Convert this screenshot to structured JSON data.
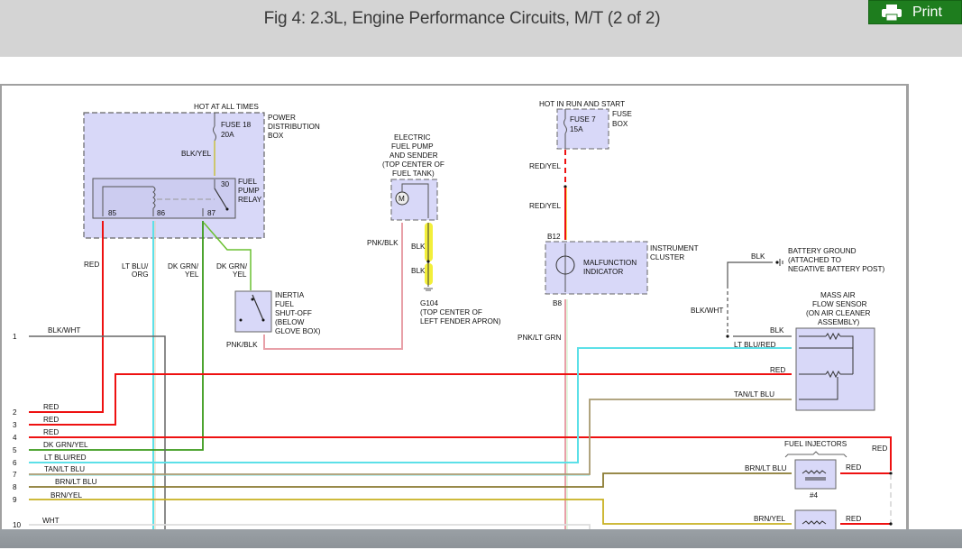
{
  "header": {
    "title": "Fig 4: 2.3L, Engine Performance Circuits, M/T (2 of 2)",
    "print_label": "Print",
    "print_icon": "printer-icon"
  },
  "colors": {
    "header_bg": "#d4d4d4",
    "print_btn_bg": "#1e7d1e",
    "component_fill": "#d8d8f8",
    "red": "#ee1111",
    "lt_blu": "#5ce0e8",
    "dk_grn": "#3a9a1a",
    "pnk": "#e8a0a8",
    "yellow_highlight": "#f3ef3a"
  },
  "diagram": {
    "power_dist": {
      "hot_label": "HOT AT ALL TIMES",
      "box_label": [
        "POWER",
        "DISTRIBUTION",
        "BOX"
      ],
      "fuse": [
        "FUSE 18",
        "20A"
      ],
      "wire": "BLK/YEL",
      "relay_label": [
        "FUEL",
        "PUMP",
        "RELAY"
      ],
      "pins": [
        "30",
        "85",
        "86",
        "87"
      ]
    },
    "fuel_pump": {
      "label": [
        "ELECTRIC",
        "FUEL PUMP",
        "AND SENDER",
        "(TOP CENTER OF",
        "FUEL TANK)"
      ],
      "motor": "M",
      "wire_left": "PNK/BLK",
      "wire_right_1": "BLK",
      "wire_right_2": "BLK",
      "ground": [
        "G104",
        "(TOP CENTER OF",
        "LEFT FENDER APRON)"
      ]
    },
    "fuse_box": {
      "hot_label": "HOT IN RUN AND START",
      "box_label": [
        "FUSE",
        "BOX"
      ],
      "fuse": [
        "FUSE 7",
        "15A"
      ],
      "wire_1": "RED/YEL",
      "wire_2": "RED/YEL"
    },
    "cluster": {
      "pin_top": "B12",
      "pin_bottom": "B8",
      "indicator": [
        "MALFUNCTION",
        "INDICATOR"
      ],
      "label": [
        "INSTRUMENT",
        "CLUSTER"
      ],
      "wire_out": "PNK/LT GRN"
    },
    "relay_wires": {
      "w85": "RED",
      "w86": [
        "LT BLU/",
        "ORG"
      ],
      "w87": [
        "DK GRN/",
        "YEL"
      ],
      "w87b": [
        "DK GRN/",
        "YEL"
      ],
      "inertia_out": "PNK/BLK"
    },
    "inertia": {
      "label": [
        "INERTIA",
        "FUEL",
        "SHUT-OFF",
        "(BELOW",
        "GLOVE BOX)"
      ]
    },
    "battery_ground": {
      "wire": "BLK",
      "label": [
        "BATTERY GROUND",
        "(ATTACHED TO",
        "NEGATIVE BATTERY POST)"
      ],
      "wire_down": "BLK/WHT"
    },
    "maf": {
      "label": [
        "MASS AIR",
        "FLOW SENSOR",
        "(ON AIR CLEANER",
        "ASSEMBLY)"
      ],
      "wires": [
        "BLK",
        "LT BLU/RED",
        "RED",
        "TAN/LT BLU"
      ]
    },
    "injectors": {
      "label": "FUEL INJECTORS",
      "red_bus": "RED",
      "inj4_in": "BRN/LT BLU",
      "inj4_out": "RED",
      "inj4_num": "#4",
      "inj_next_in": "BRN/YEL",
      "inj_next_out": "RED"
    },
    "pcm_pins": [
      {
        "num": "1",
        "wire": "BLK/WHT"
      },
      {
        "num": "2",
        "wire": "RED"
      },
      {
        "num": "3",
        "wire": "RED"
      },
      {
        "num": "4",
        "wire": "RED"
      },
      {
        "num": "5",
        "wire": "DK GRN/YEL"
      },
      {
        "num": "6",
        "wire": "LT BLU/RED"
      },
      {
        "num": "7",
        "wire": "TAN/LT BLU"
      },
      {
        "num": "8",
        "wire": "BRN/LT BLU"
      },
      {
        "num": "9",
        "wire": "BRN/YEL"
      },
      {
        "num": "10",
        "wire": "WHT"
      }
    ]
  }
}
